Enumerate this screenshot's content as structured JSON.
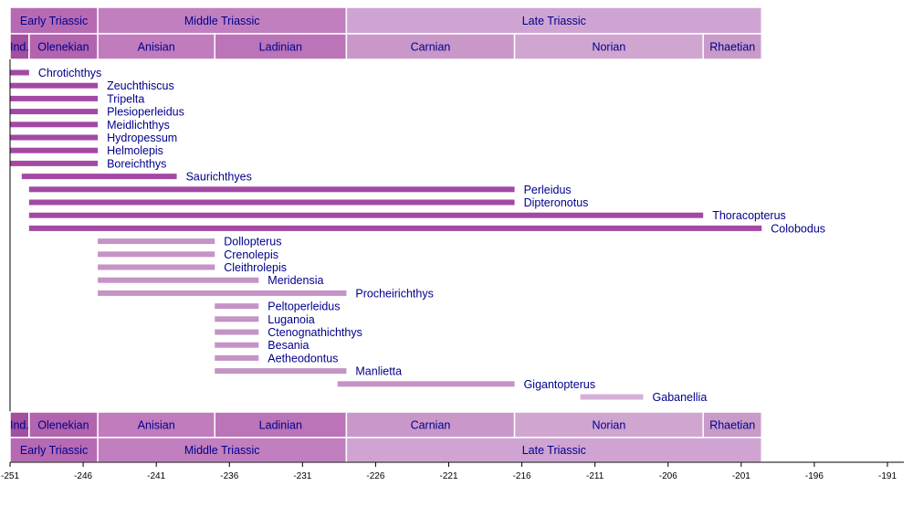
{
  "chart_data": {
    "type": "bar",
    "subtype": "timeline",
    "title": "",
    "xlabel": "",
    "ylabel": "",
    "xlim": [
      -251,
      -191
    ],
    "x_ticks": [
      -251,
      -246,
      -241,
      -236,
      -231,
      -226,
      -221,
      -216,
      -211,
      -206,
      -201,
      -196,
      -191
    ],
    "periods": [
      {
        "name": "Early Triassic",
        "start": -251,
        "end": -245,
        "color": "#b76ab4"
      },
      {
        "name": "Middle Triassic",
        "start": -245,
        "end": -228,
        "color": "#c17fbf"
      },
      {
        "name": "Late Triassic",
        "start": -228,
        "end": -199.6,
        "color": "#cfa4d3"
      }
    ],
    "stages": [
      {
        "name": "Ind.",
        "start": -251,
        "end": -249.7,
        "color": "#a14f9e"
      },
      {
        "name": "Olenekian",
        "start": -249.7,
        "end": -245,
        "color": "#b264ae"
      },
      {
        "name": "Anisian",
        "start": -245,
        "end": -237,
        "color": "#c07cbd"
      },
      {
        "name": "Ladinian",
        "start": -237,
        "end": -228,
        "color": "#ba74b7"
      },
      {
        "name": "Carnian",
        "start": -228,
        "end": -216.5,
        "color": "#c998c9"
      },
      {
        "name": "Norian",
        "start": -216.5,
        "end": -203.6,
        "color": "#d0a6d1"
      },
      {
        "name": "Rhaetian",
        "start": -203.6,
        "end": -199.6,
        "color": "#c89bc8"
      }
    ],
    "genera": [
      {
        "name": "Chrotichthys",
        "start": -251,
        "end": -249.7,
        "color": "#a349a4"
      },
      {
        "name": "Zeuchthiscus",
        "start": -251,
        "end": -245,
        "color": "#a349a4"
      },
      {
        "name": "Tripelta",
        "start": -251,
        "end": -245,
        "color": "#a349a4"
      },
      {
        "name": "Plesioperleidus",
        "start": -251,
        "end": -245,
        "color": "#a349a4"
      },
      {
        "name": "Meidlichthys",
        "start": -251,
        "end": -245,
        "color": "#a349a4"
      },
      {
        "name": "Hydropessum",
        "start": -251,
        "end": -245,
        "color": "#a349a4"
      },
      {
        "name": "Helmolepis",
        "start": -251,
        "end": -245,
        "color": "#a349a4"
      },
      {
        "name": "Boreichthys",
        "start": -251,
        "end": -245,
        "color": "#a349a4"
      },
      {
        "name": "Saurichthyes",
        "start": -250.2,
        "end": -239.6,
        "color": "#a349a4"
      },
      {
        "name": "Perleidus",
        "start": -249.7,
        "end": -216.5,
        "color": "#a349a4"
      },
      {
        "name": "Dipteronotus",
        "start": -249.7,
        "end": -216.5,
        "color": "#a349a4"
      },
      {
        "name": "Thoracopterus",
        "start": -249.7,
        "end": -203.6,
        "color": "#a349a4"
      },
      {
        "name": "Colobodus",
        "start": -249.7,
        "end": -199.6,
        "color": "#a349a4"
      },
      {
        "name": "Dollopterus",
        "start": -245,
        "end": -237,
        "color": "#c593c5"
      },
      {
        "name": "Crenolepis",
        "start": -245,
        "end": -237,
        "color": "#c593c5"
      },
      {
        "name": "Cleithrolepis",
        "start": -245,
        "end": -237,
        "color": "#c593c5"
      },
      {
        "name": "Meridensia",
        "start": -245,
        "end": -234,
        "color": "#c593c5"
      },
      {
        "name": "Procheirichthys",
        "start": -245,
        "end": -228,
        "color": "#c593c5"
      },
      {
        "name": "Peltoperleidus",
        "start": -237,
        "end": -234,
        "color": "#c593c5"
      },
      {
        "name": "Luganoia",
        "start": -237,
        "end": -234,
        "color": "#c593c5"
      },
      {
        "name": "Ctenognathichthys",
        "start": -237,
        "end": -234,
        "color": "#c593c5"
      },
      {
        "name": "Besania",
        "start": -237,
        "end": -234,
        "color": "#c593c5"
      },
      {
        "name": "Aetheodontus",
        "start": -237,
        "end": -234,
        "color": "#c593c5"
      },
      {
        "name": "Manlietta",
        "start": -237,
        "end": -228,
        "color": "#c593c5"
      },
      {
        "name": "Gigantopterus",
        "start": -228.6,
        "end": -216.5,
        "color": "#c593c5"
      },
      {
        "name": "Gabanellia",
        "start": -212,
        "end": -207.7,
        "color": "#d6b0d8"
      }
    ]
  }
}
